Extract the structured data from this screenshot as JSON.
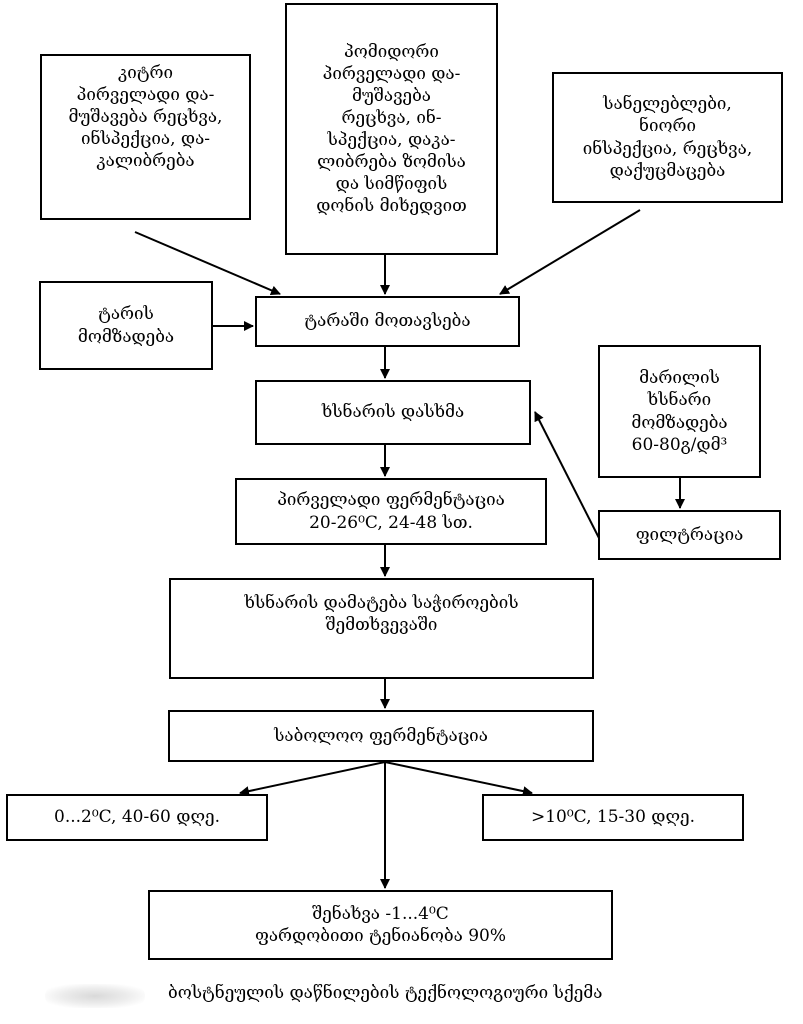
{
  "boxes": {
    "cucumber": "კიტრი\nპირველადი და-\nმუშავება რეცხვა,\nინსპექცია, და-\nკალიბრება",
    "tomato": "პომიდორი\nპირველადი და-\nმუშავება\nრეცხვა, ინ-\nსპექცია, დაკა-\nლიბრება ზომისა\nდა სიმწიფის\nდონის მიხედვით",
    "spices": "სანელებლები,\nნიორი\nინსპექცია, რეცხვა,\nდაქუცმაცება",
    "container_prep": "ტარის\nმომზადება",
    "container_fill": "ტარაში მოთავსება",
    "brine_pour": "ხსნარის დასხმა",
    "brine_prep": "მარილის\nხსნარი\nმომზადება\n60-80გ/დმ³",
    "primary_fermentation": "პირველადი ფერმენტაცია\n20-26⁰C, 24-48 სთ.",
    "filtration": "ფილტრაცია",
    "brine_add": "ხსნარის დამატება საჭიროების\nშემთხვევაში",
    "final_fermentation": "საბოლოო ფერმენტაცია",
    "cold_option": "0...2⁰C, 40-60 დღე.",
    "warm_option": ">10⁰C, 15-30 დღე.",
    "storage": "შენახვა -1...4⁰C\nფარდობითი ტენიანობა 90%"
  },
  "caption": "ბოსტნეულის დაწნილების ტექნოლოგიური სქემა"
}
